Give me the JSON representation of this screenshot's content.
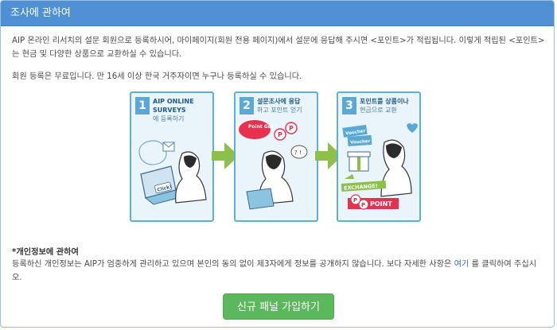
{
  "header": {
    "title": "조사에 관하여"
  },
  "intro": {
    "p1": "AIP 온라인 리서치의 설문 회원으로 등록하시어, 마이페이지(회원 전용 페이지)에서 설문에 응답해 주시면 <포인트>가 적립됩니다. 이렇게 적립된 <포인트>는 현금 및 다양한 상품으로 교환하실 수 있습니다.",
    "p2": "회원 등록은 무료입니다. 만 16세 이상 한국 거주자이면 누구나 등록하실 수 있습니다."
  },
  "steps": [
    {
      "number": "1",
      "label": "AIP ONLINE SURVEYS",
      "sub": "에 등록하기",
      "art": {
        "bubble": "Click!"
      }
    },
    {
      "number": "2",
      "label": "설문조사에 응답",
      "sub": "하고 포인트 얻기",
      "art": {
        "bubble": "Point Get !",
        "badge": "P",
        "thought": "? !"
      }
    },
    {
      "number": "3",
      "label": "포인트를 상품이나",
      "sub": "현금으로 교환",
      "art": {
        "voucher1": "Voucher",
        "voucher2": "Voucher",
        "exchange": "EXCHANGE!",
        "point": "POINT",
        "badge": "P"
      }
    }
  ],
  "privacy": {
    "title": "*개인정보에 관하여",
    "text_before": "등록하신 개인정보는 AIP가 엄중하게 관리하고 있으며 본인의 동의 없이 제3자에게 정보를 공개하지 않습니다. 보다 자세한 사항은 ",
    "link": "여기",
    "text_after": " 를 클릭하여 주십시오."
  },
  "cta": {
    "label": "신규 패널 가입하기"
  },
  "colors": {
    "header": "#4f8fd4",
    "step_border": "#5fb0d8",
    "arrow": "#8cc04a",
    "cta": "#5cb85c",
    "accent_red": "#e8304f"
  }
}
